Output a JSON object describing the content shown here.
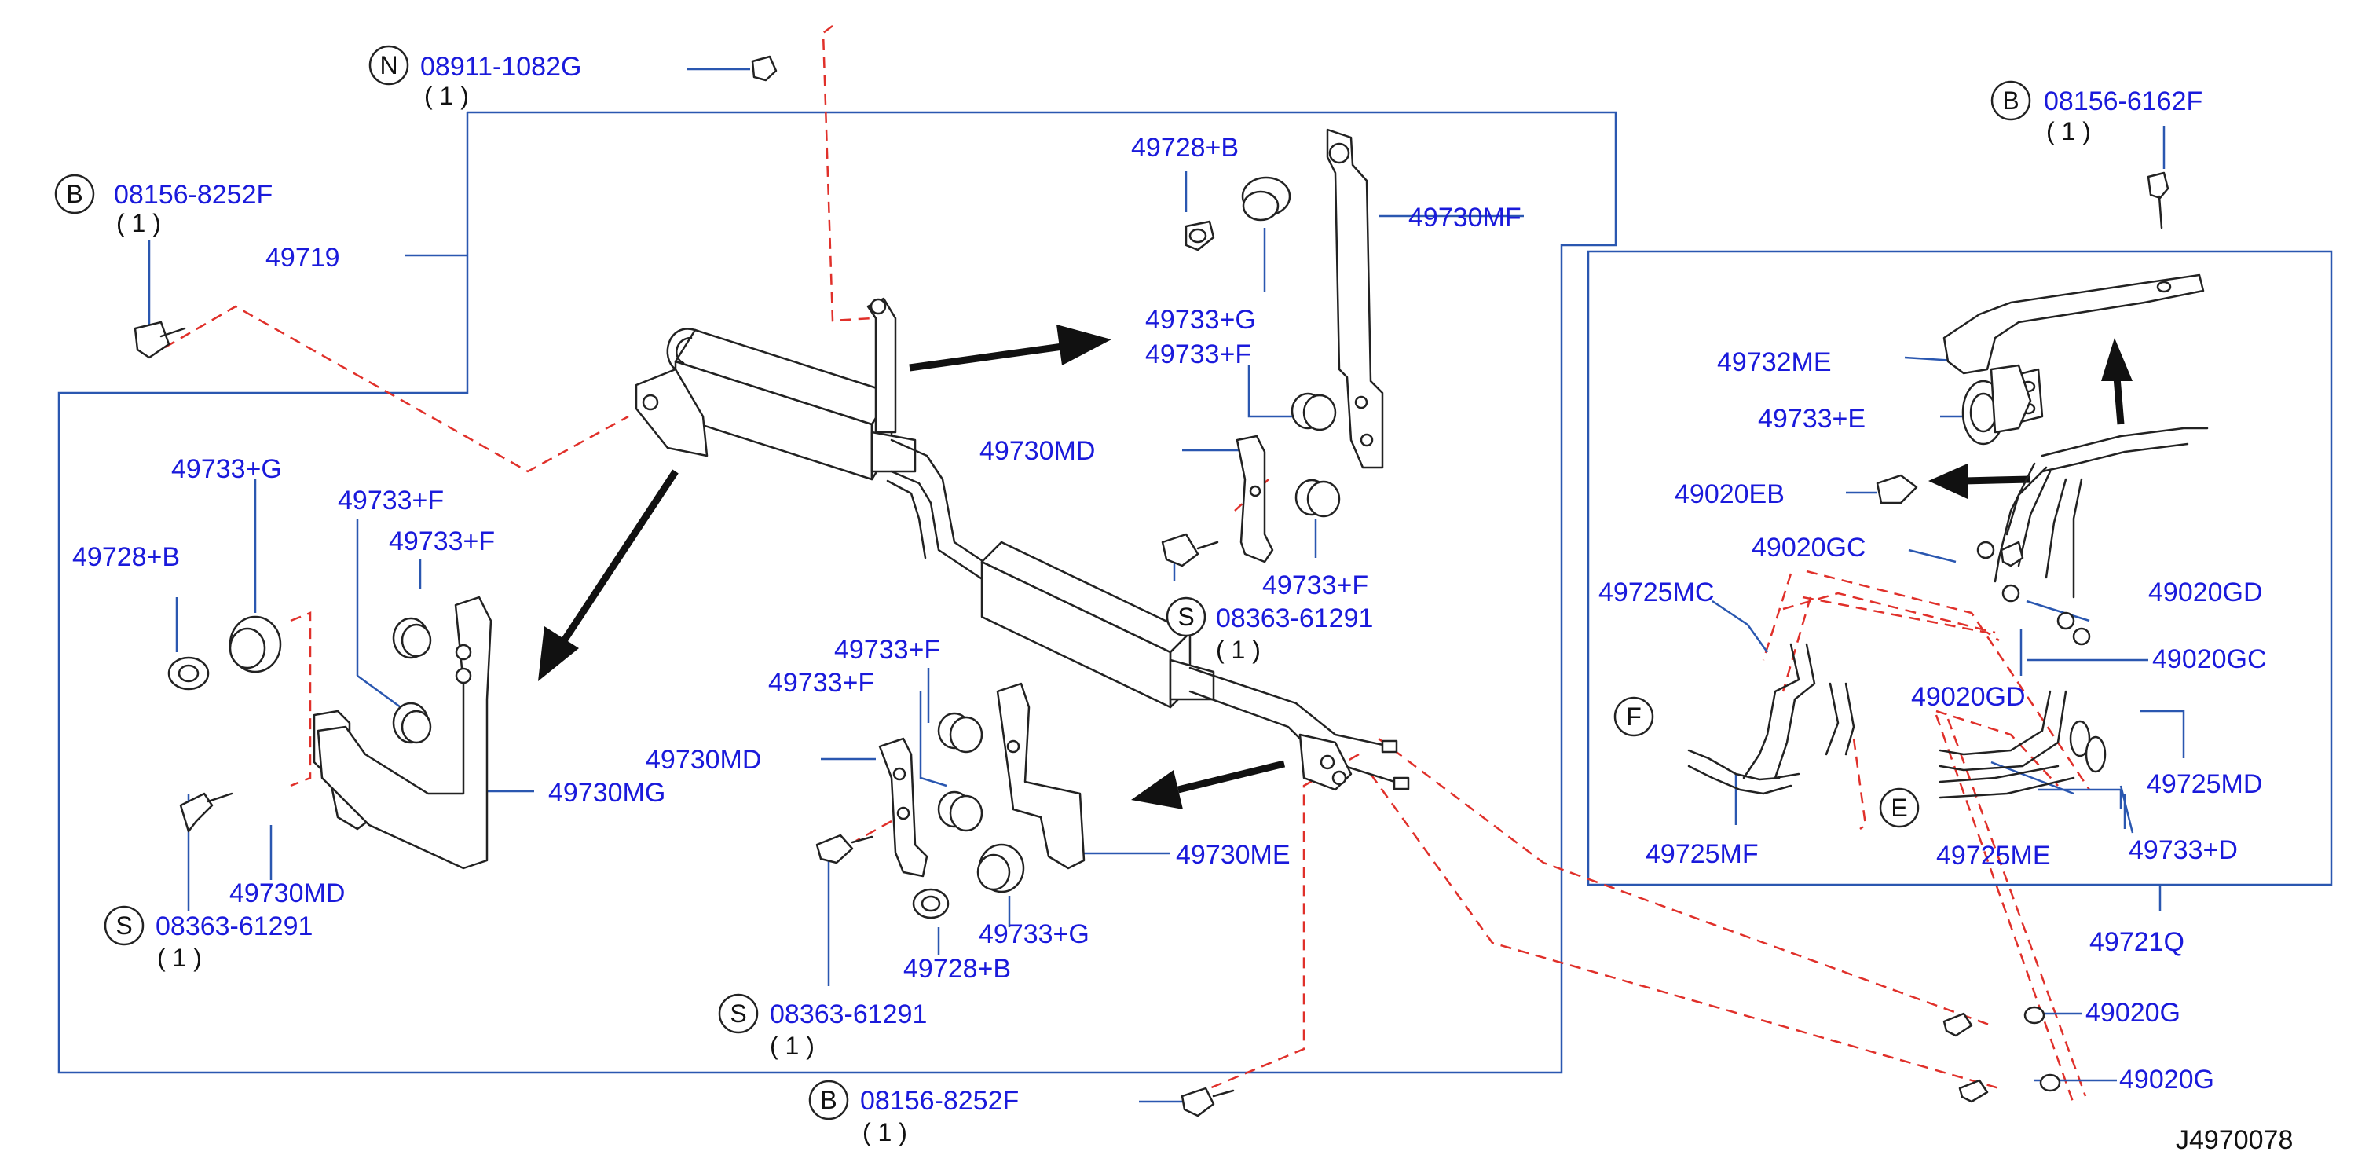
{
  "reference_code": "J4970078",
  "labels": {
    "n_08911": "08911-1082G",
    "b_8252f_top": "08156-8252F",
    "l_49719": "49719",
    "l_49728b_top": "49728+B",
    "l_49730mf": "49730MF",
    "l_49733g_top": "49733+G",
    "l_49733f_top": "49733+F",
    "l_49730md_mid": "49730MD",
    "l_49733f_right": "49733+F",
    "s_61291_right": "08363-61291",
    "l_49733g_left": "49733+G",
    "l_49733f_left1": "49733+F",
    "l_49733f_left2": "49733+F",
    "l_49728b_left": "49728+B",
    "l_49730mg": "49730MG",
    "l_49730md_left": "49730MD",
    "s_61291_left": "08363-61291",
    "l_49733f_mid1": "49733+F",
    "l_49733f_mid2": "49733+F",
    "l_49730md_center": "49730MD",
    "l_49730me": "49730ME",
    "l_49733g_mid": "49733+G",
    "l_49728b_mid": "49728+B",
    "s_61291_mid": "08363-61291",
    "b_8252f_bottom": "08156-8252F",
    "b_6162f": "08156-6162F",
    "l_49732me": "49732ME",
    "l_49733e": "49733+E",
    "l_49020eb": "49020EB",
    "l_49020gc_1": "49020GC",
    "l_49725mc": "49725MC",
    "l_49020gd_1": "49020GD",
    "l_49020gc_2": "49020GC",
    "l_49020gd_2": "49020GD",
    "l_49725md": "49725MD",
    "l_49725mf": "49725MF",
    "l_49725me": "49725ME",
    "l_49733d": "49733+D",
    "l_49721q": "49721Q",
    "l_49020g_1": "49020G",
    "l_49020g_2": "49020G"
  },
  "quantities": {
    "q1": "( 1 )",
    "q2": "( 1 )",
    "q3": "( 1 )",
    "q4": "( 1 )",
    "q5": "( 1 )",
    "q6": "( 1 )",
    "q7": "( 1 )"
  },
  "markers": {
    "n": "N",
    "b1": "B",
    "b2": "B",
    "b3": "B",
    "s1": "S",
    "s2": "S",
    "s3": "S",
    "f": "F",
    "e": "E"
  }
}
